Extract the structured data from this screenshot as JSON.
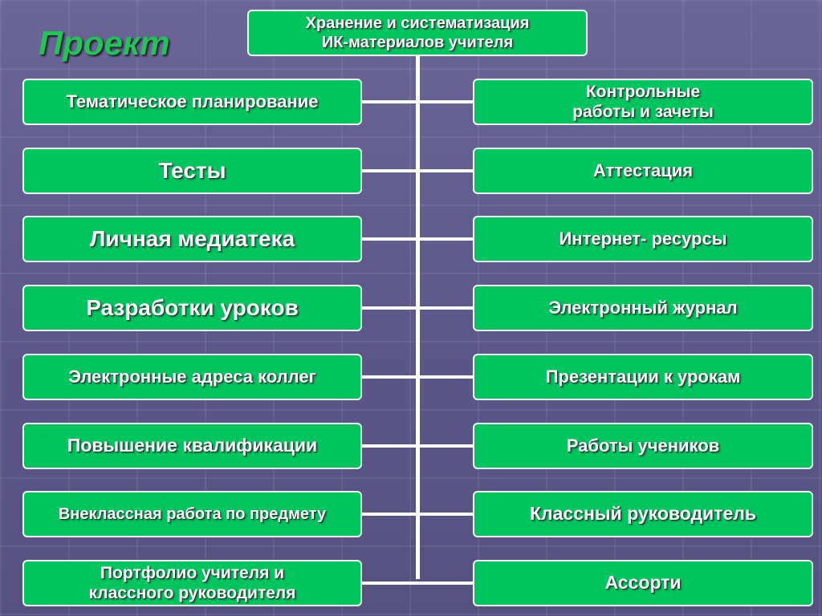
{
  "title": "Проект",
  "root": "Хранение и систематизация\nИК-материалов учителя",
  "left_items": [
    {
      "label": "Тематическое планирование",
      "size": 22
    },
    {
      "label": "Тесты",
      "size": 28
    },
    {
      "label": "Личная медиатека",
      "size": 28
    },
    {
      "label": "Разработки уроков",
      "size": 28
    },
    {
      "label": "Электронные  адреса коллег",
      "size": 22
    },
    {
      "label": "Повышение квалификации",
      "size": 23
    },
    {
      "label": "Внеклассная работа по предмету",
      "size": 20
    },
    {
      "label": "Портфолио учителя и\nклассного руководителя",
      "size": 21
    }
  ],
  "right_items": [
    {
      "label": "Контрольные\nработы и зачеты",
      "size": 21
    },
    {
      "label": "Аттестация",
      "size": 22
    },
    {
      "label": "Интернет- ресурсы",
      "size": 22
    },
    {
      "label": "Электронный журнал",
      "size": 22
    },
    {
      "label": "Презентации к урокам",
      "size": 22
    },
    {
      "label": "Работы учеников",
      "size": 22
    },
    {
      "label": "Классный руководитель",
      "size": 23
    },
    {
      "label": "Ассорти",
      "size": 23
    }
  ],
  "colors": {
    "box": "#00c55f",
    "title": "#21c455",
    "line": "#ffffff"
  }
}
